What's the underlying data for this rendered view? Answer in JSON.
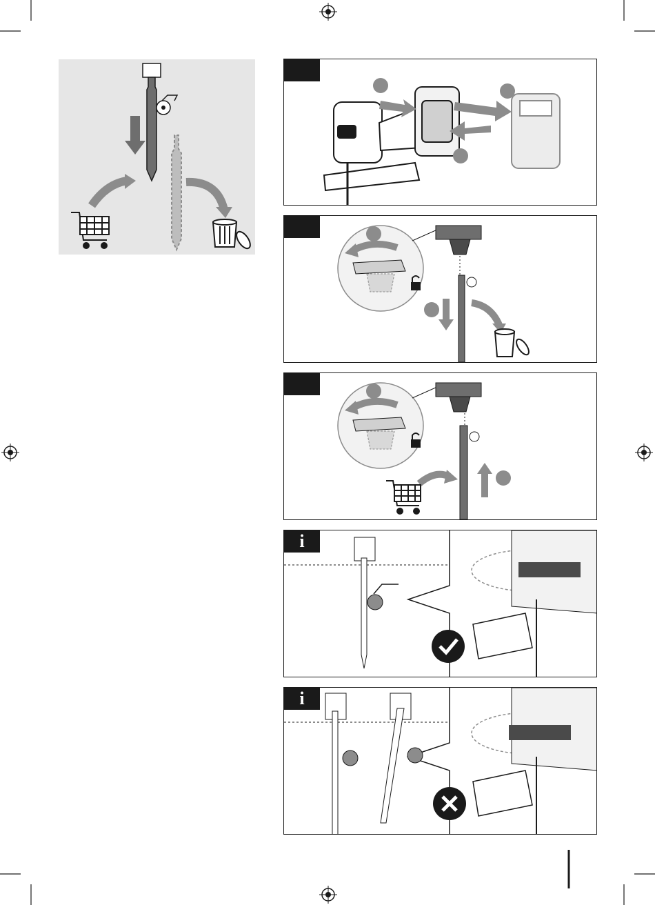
{
  "page": {
    "background": "#ffffff",
    "panel_tint": "#e6e6e6",
    "ink": "#1a1a1a",
    "mid_gray": "#8c8c8c"
  },
  "panels": [
    {
      "id": "overview",
      "tag": ""
    },
    {
      "id": "remove-battery",
      "tag": ""
    },
    {
      "id": "remove-blade",
      "tag": ""
    },
    {
      "id": "insert-blade",
      "tag": ""
    },
    {
      "id": "info-correct",
      "tag": "i"
    },
    {
      "id": "info-wrong",
      "tag": "i"
    }
  ],
  "icons": [
    "registration-mark-icon",
    "shopping-cart-icon",
    "trash-can-icon",
    "padlock-open-icon",
    "check-icon",
    "cross-icon",
    "jigsaw-icon",
    "battery-icon",
    "saw-blade-icon",
    "blade-clamp-icon"
  ]
}
